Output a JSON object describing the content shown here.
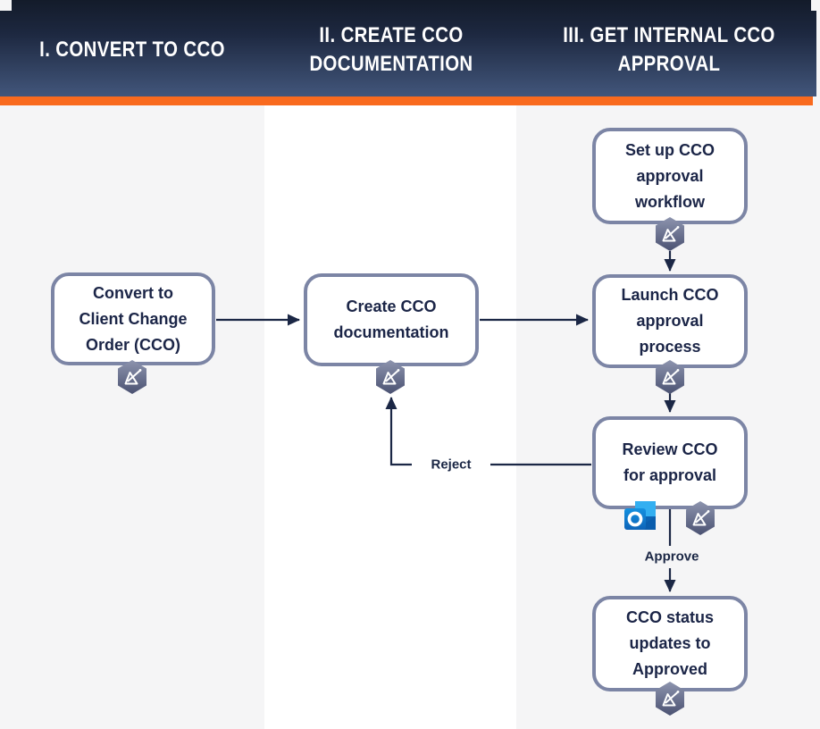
{
  "header": {
    "columns": [
      {
        "label": "I. CONVERT TO CCO"
      },
      {
        "label": "II. CREATE CCO\nDOCUMENTATION"
      },
      {
        "label": "III. GET INTERNAL CCO\nAPPROVAL"
      }
    ],
    "accent_color": "#f96a1e",
    "background_top": "#131b2a",
    "background_bottom": "#42567b"
  },
  "flow": {
    "nodes": [
      {
        "id": "convert-to-cco",
        "label": "Convert to\nClient Change\nOrder (CCO)",
        "icons": [
          "project-operations"
        ]
      },
      {
        "id": "create-cco-doc",
        "label": "Create CCO\ndocumentation",
        "icons": [
          "project-operations"
        ]
      },
      {
        "id": "setup-approval",
        "label": "Set up CCO\napproval\nworkflow",
        "icons": [
          "project-operations"
        ]
      },
      {
        "id": "launch-approval",
        "label": "Launch CCO\napproval\nprocess",
        "icons": [
          "project-operations"
        ]
      },
      {
        "id": "review-cco",
        "label": "Review CCO\nfor approval",
        "icons": [
          "outlook",
          "project-operations"
        ]
      },
      {
        "id": "cco-status-approved",
        "label": "CCO status\nupdates to\nApproved",
        "icons": [
          "project-operations"
        ]
      }
    ],
    "edge_labels": {
      "reject": "Reject",
      "approve": "Approve"
    }
  },
  "colors": {
    "node_border": "#7c85a5",
    "node_text": "#1b2547",
    "connector": "#1b2745",
    "column_bg_light": "#f5f5f6",
    "column_bg_white": "#ffffff",
    "hexagon_icon_top": "#8d94ae",
    "hexagon_icon_bottom": "#4b5272",
    "outlook_blue": "#0f7bd7"
  }
}
